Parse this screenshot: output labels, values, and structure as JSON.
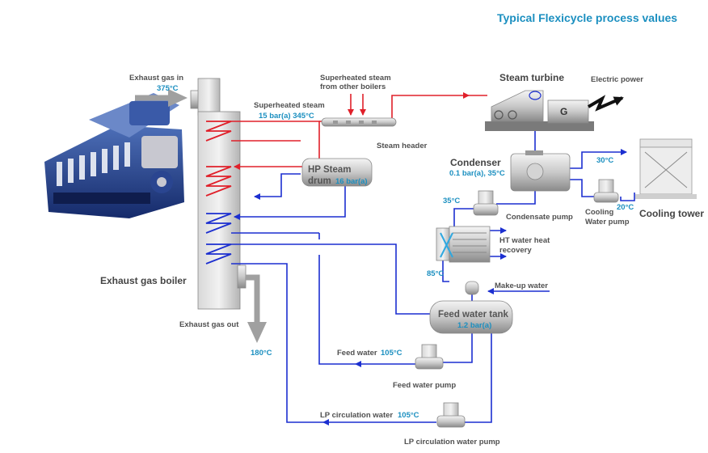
{
  "title": "Typical Flexicycle process values",
  "colors": {
    "accent": "#1b8fc0",
    "steam": "#e0202a",
    "water": "#1c2fd0",
    "exhaust": "#a0a0a0",
    "label": "#505050"
  },
  "exhaust": {
    "in_label": "Exhaust gas in",
    "in_temp": "375°C",
    "out_label": "Exhaust gas out",
    "out_temp": "180°C"
  },
  "boiler": {
    "label": "Exhaust gas boiler"
  },
  "superheated": {
    "label": "Superheated steam",
    "value": "15 bar(a) 345°C"
  },
  "other_boilers": {
    "line1": "Superheated steam",
    "line2": "from other boilers"
  },
  "steam_header": {
    "label": "Steam header"
  },
  "hp_drum": {
    "line1": "HP Steam",
    "line2": "drum",
    "value": "16 bar(a)"
  },
  "turbine": {
    "label": "Steam turbine",
    "generator": "G"
  },
  "electric": {
    "label": "Electric power"
  },
  "condenser": {
    "label": "Condenser",
    "value": "0.1 bar(a), 35°C"
  },
  "cooling_tower": {
    "label": "Cooling tower",
    "supply_temp": "30°C",
    "return_temp": "20°C"
  },
  "cooling_pump": {
    "line1": "Cooling",
    "line2": "Water pump"
  },
  "condensate_pump": {
    "label": "Condensate pump",
    "temp": "35°C"
  },
  "ht_recovery": {
    "line1": "HT water heat",
    "line2": "recovery",
    "temp": "85°C"
  },
  "makeup": {
    "label": "Make-up water"
  },
  "feed_tank": {
    "label": "Feed water tank",
    "value": "1.2 bar(a)"
  },
  "feed_water": {
    "label": "Feed water",
    "temp": "105°C"
  },
  "feed_pump": {
    "label": "Feed water pump"
  },
  "lp_water": {
    "label": "LP circulation water",
    "temp": "105°C"
  },
  "lp_pump": {
    "label": "LP circulation water pump"
  }
}
